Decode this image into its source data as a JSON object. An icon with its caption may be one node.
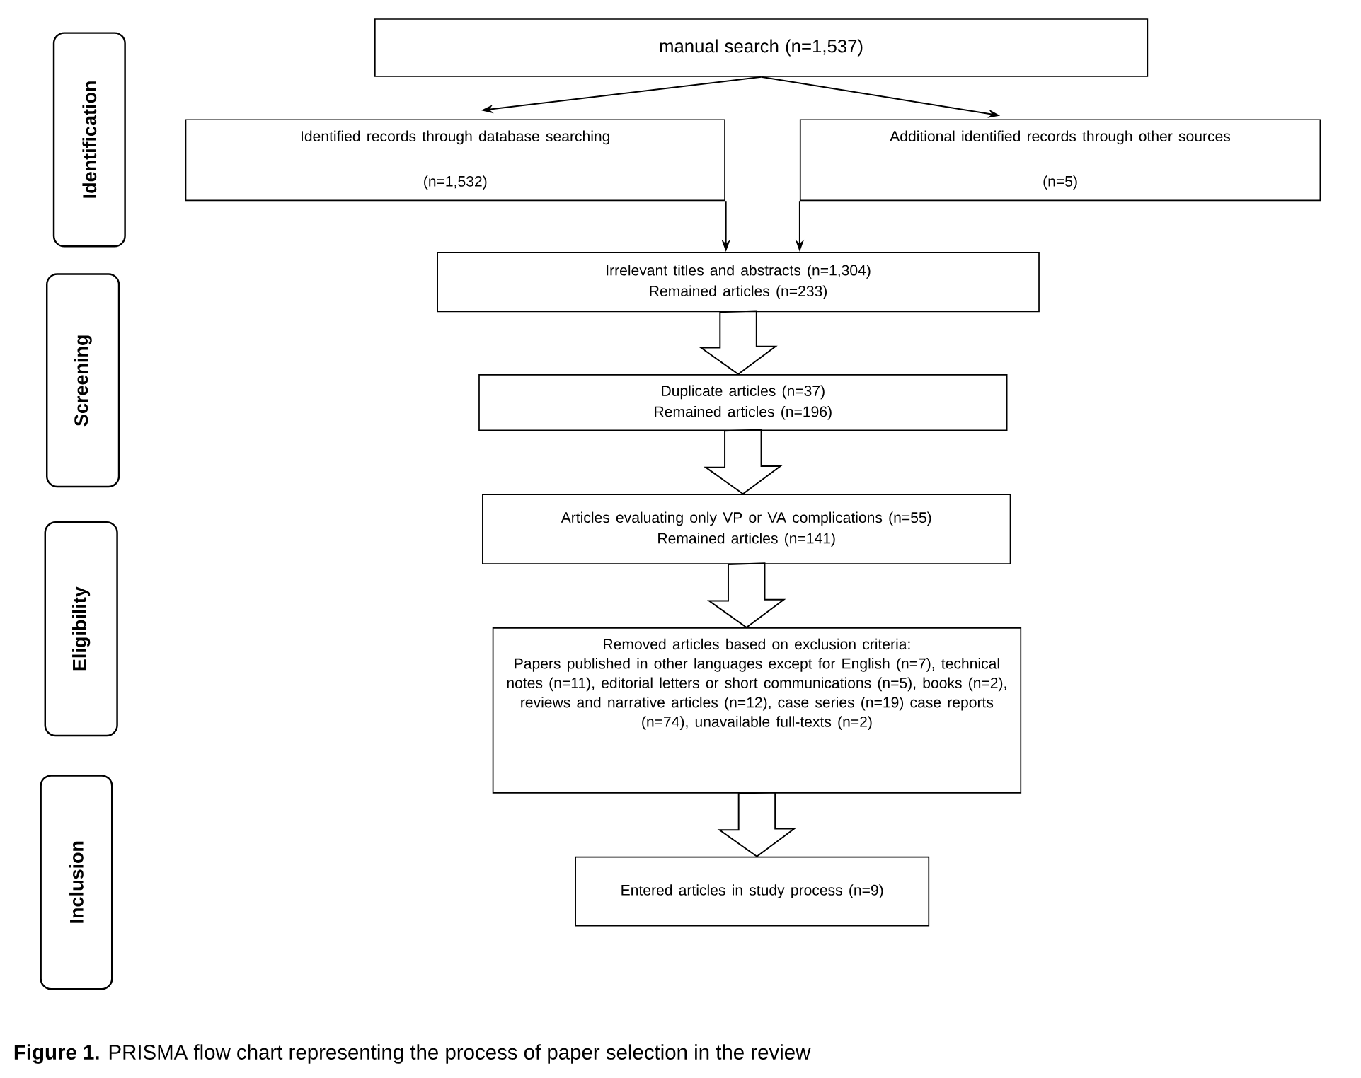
{
  "diagram": {
    "caption": "**Figure 1.** PRISMA flow chart representing the process of paper selection in the review",
    "nodes": [
      {
        "text": [
          "manual search (n=1,537)"
        ]
      },
      {
        "text": [
          "Identified records through database searching",
          "(n=1,532)"
        ]
      },
      {
        "text": [
          "Additional identified records through other sources",
          "(n=5)"
        ]
      },
      {
        "text": [
          "Irrelevant titles and abstracts (n=1,304)",
          "Remained articles (n=233)"
        ]
      },
      {
        "text": [
          "Duplicate articles (n=37)",
          "Remained articles (n=196)"
        ]
      },
      {
        "text": [
          "Articles evaluating only VP or VA complications (n=55)",
          "Remained articles (n=141)"
        ]
      },
      {
        "text": [
          "Removed articles based on exclusion criteria:",
          "Papers published in other languages except for English (n=7), technical notes (n=11), editorial letters or short communications (n=5), books (n=2), reviews and narrative articles (n=12), case series (n=19) case reports (n=74), unavailable full-texts (n=2)"
        ]
      },
      {
        "text": [
          "Entered articles in study process (n=9)"
        ]
      },
      {
        "text": [
          "Identification"
        ]
      },
      {
        "text": [
          "Screening"
        ]
      },
      {
        "text": [
          "Eligibility"
        ]
      },
      {
        "text": [
          "Inclusion"
        ]
      }
    ],
    "edges": [
      {
        "from": 0,
        "to": 1,
        "arrow": "to"
      },
      {
        "from": 0,
        "to": 2,
        "arrow": "to"
      },
      {
        "from": 1,
        "to": 3,
        "arrow": "to"
      },
      {
        "from": 2,
        "to": 3,
        "arrow": "to"
      },
      {
        "from": 3,
        "to": 4,
        "arrow": "to",
        "style": "thick"
      },
      {
        "from": 4,
        "to": 5,
        "arrow": "to",
        "style": "thick"
      },
      {
        "from": 5,
        "to": 6,
        "arrow": "to",
        "style": "thick"
      },
      {
        "from": 6,
        "to": 7,
        "arrow": "to",
        "style": "thick"
      }
    ]
  }
}
